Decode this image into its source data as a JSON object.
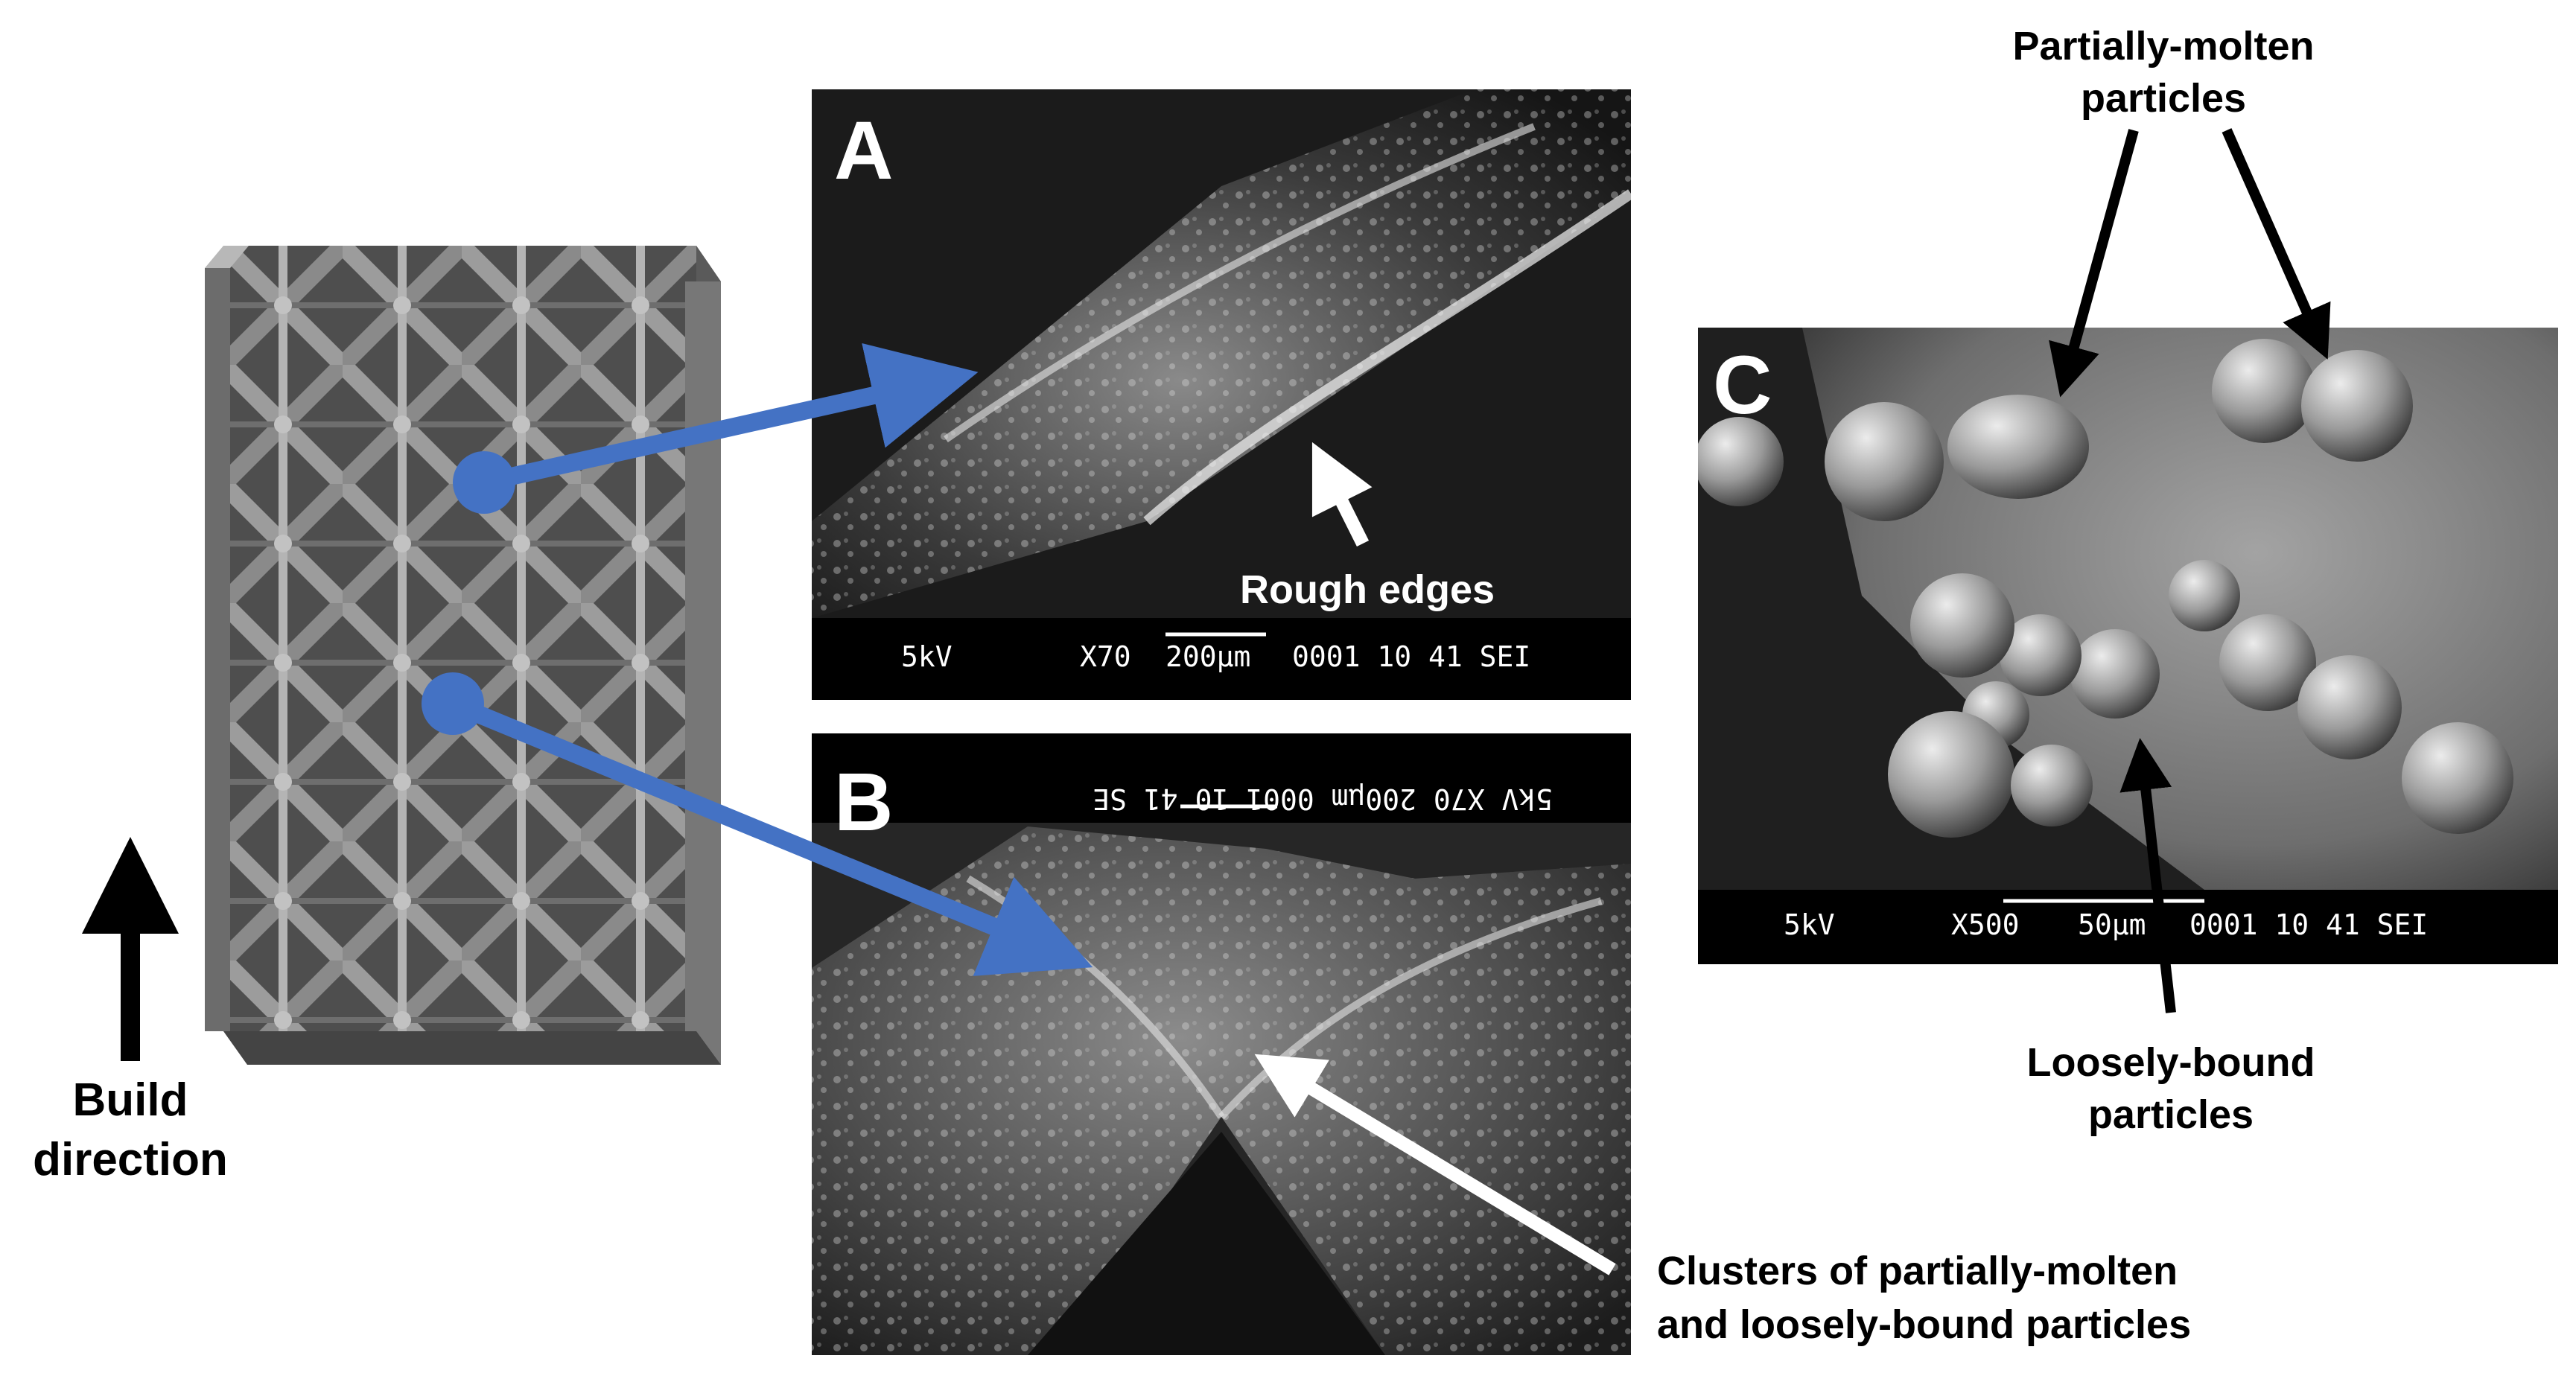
{
  "panels": {
    "a": {
      "letter": "A",
      "sem_info": {
        "kv": "5kV",
        "mag": "X70",
        "scale": "200µm",
        "code": "0001 10 41 SEI"
      },
      "annotation": "Rough edges"
    },
    "b": {
      "letter": "B",
      "sem_info_mirrored": "5kV  X70 200µm 0001 10 41 SE",
      "annotation": "Clusters of partially-molten and loosely-bound particles",
      "annotation_lines": [
        "Clusters of partially-molten",
        "and loosely-bound particles"
      ]
    },
    "c": {
      "letter": "C",
      "sem_info": {
        "kv": "5kV",
        "mag": "X500",
        "scale": "50µm",
        "code": "0001 10 41 SEI"
      },
      "annotation_top": "Partially-molten particles",
      "annotation_top_lines": [
        "Partially-molten",
        "particles"
      ],
      "annotation_bottom": "Loosely-bound particles",
      "annotation_bottom_lines": [
        "Loosely-bound",
        "particles"
      ]
    }
  },
  "scaffold": {
    "build_direction_lines": [
      "Build",
      "direction"
    ]
  },
  "colors": {
    "connector_blue": "#4472c4",
    "sem_bar": "#000000",
    "scaffold_gray": "#7a7a7a"
  }
}
